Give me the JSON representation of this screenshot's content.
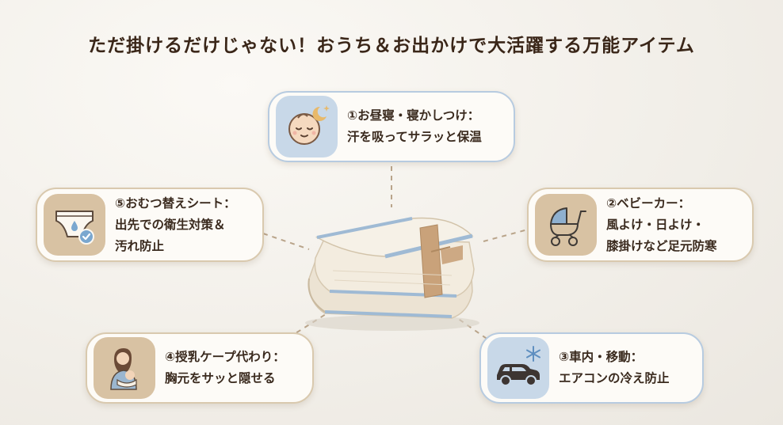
{
  "title": "ただ掛けるだけじゃない！おうち＆お出かけで大活躍する万能アイテム",
  "cards": {
    "nap": {
      "line1": "①お昼寝・寝かしつけ：",
      "line2": "汗を吸ってサラッと保温",
      "icon": "sleeping-baby-icon"
    },
    "stroller": {
      "line1": "②ベビーカー：",
      "line2": "風よけ・日よけ・",
      "line3": "膝掛けなど足元防寒",
      "icon": "stroller-icon"
    },
    "car": {
      "line1": "③車内・移動：",
      "line2": "エアコンの冷え防止",
      "icon": "car-snowflake-icon"
    },
    "nursing": {
      "line1": "④授乳ケープ代わり：",
      "line2": "胸元をサッと隠せる",
      "icon": "nursing-mother-icon"
    },
    "diaper": {
      "line1": "⑤おむつ替えシート：",
      "line2": "出先での衛生対策＆",
      "line3": "汚れ防止",
      "icon": "diaper-icon"
    }
  },
  "center": {
    "icon": "folded-blanket-icon"
  },
  "colors": {
    "beige": "#d8c2a3",
    "blue": "#c8d8e8",
    "border_beige": "#d9c9ae",
    "border_blue": "#b7cbe0",
    "title": "#3a2618"
  }
}
